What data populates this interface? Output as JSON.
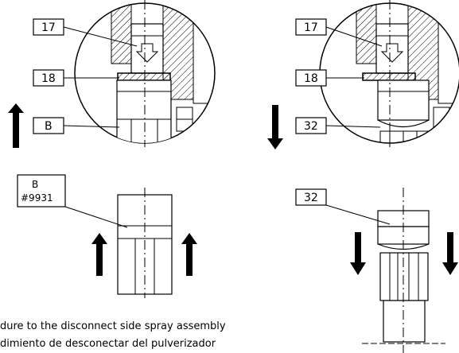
{
  "callouts": {
    "left_top_17": "17",
    "left_top_18": "18",
    "left_top_b": "B",
    "left_bottom_b_line1": "B",
    "left_bottom_b_line2": "#9931",
    "right_top_17": "17",
    "right_top_18": "18",
    "right_top_32": "32",
    "right_bottom_32": "32"
  },
  "caption": {
    "line1": "dure to the disconnect side spray assembly",
    "line2": "dimiento de desconectar del pulverizador"
  },
  "arrows": {
    "left_top": "up-arrow-icon",
    "right_top": "down-arrow-icon",
    "left_bottom": "up-arrow-icon",
    "right_bottom": "down-arrow-icon"
  }
}
